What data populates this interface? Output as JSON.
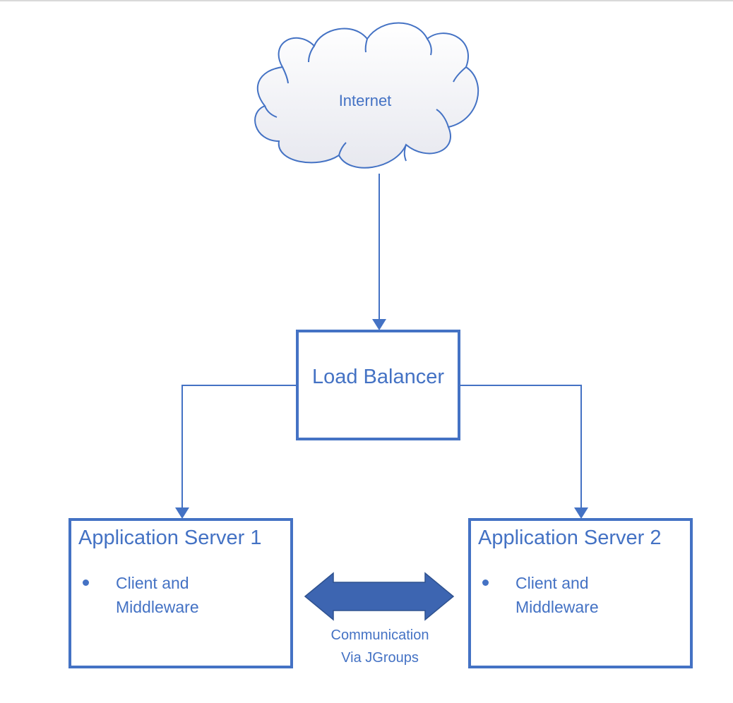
{
  "diagram": {
    "colors": {
      "accent": "#4472c4",
      "arrow_fill": "#3d65b1",
      "cloud_fill_top": "#ffffff",
      "cloud_fill_bottom": "#e7e8ef"
    },
    "cloud": {
      "label": "Internet",
      "icon": "cloud-icon"
    },
    "load_balancer": {
      "label": "Load Balancer"
    },
    "server1": {
      "title": "Application Server 1",
      "bullet_line1": "Client and",
      "bullet_line2": "Middleware"
    },
    "server2": {
      "title": "Application Server 2",
      "bullet_line1": "Client and",
      "bullet_line2": "Middleware"
    },
    "communication": {
      "line1": "Communication",
      "line2": "Via JGroups",
      "icon": "double-arrow-icon"
    }
  }
}
